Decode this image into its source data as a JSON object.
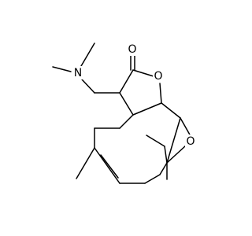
{
  "structure": {
    "atoms": {
      "n_dimethylamino": "N",
      "o_carbonyl": "O",
      "o_lactone": "O",
      "o_epoxide": "O"
    }
  },
  "colors": {
    "bond": "#000000",
    "label": "#000000",
    "background": "#ffffff"
  }
}
